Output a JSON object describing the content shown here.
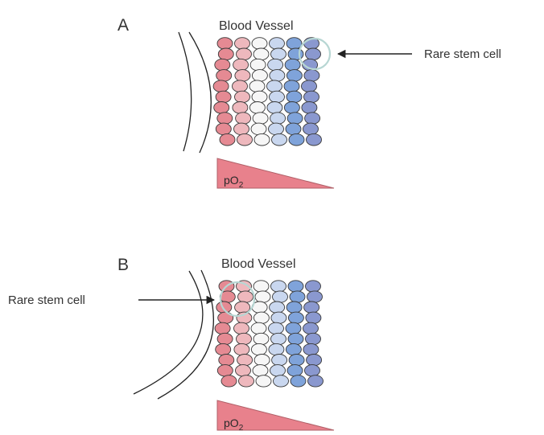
{
  "panels": [
    {
      "letter": "A",
      "title": "Blood Vessel",
      "callout": "Rare stem cell",
      "callout_side": "right",
      "po2_label": "pO",
      "po2_subscript": "2",
      "column_colors": [
        "#e58a93",
        "#eeb8bd",
        "#f6f6f6",
        "#c9d7ef",
        "#7fa3da",
        "#8a98cf"
      ],
      "highlight_color": "#b7d6d3"
    },
    {
      "letter": "B",
      "title": "Blood Vessel",
      "callout": "Rare stem cell",
      "callout_side": "left",
      "po2_label": "pO",
      "po2_subscript": "2",
      "column_colors": [
        "#e58a93",
        "#eeb8bd",
        "#f6f6f6",
        "#c9d7ef",
        "#7fa3da",
        "#8a98cf"
      ],
      "highlight_color": "#b7d6d3"
    }
  ]
}
